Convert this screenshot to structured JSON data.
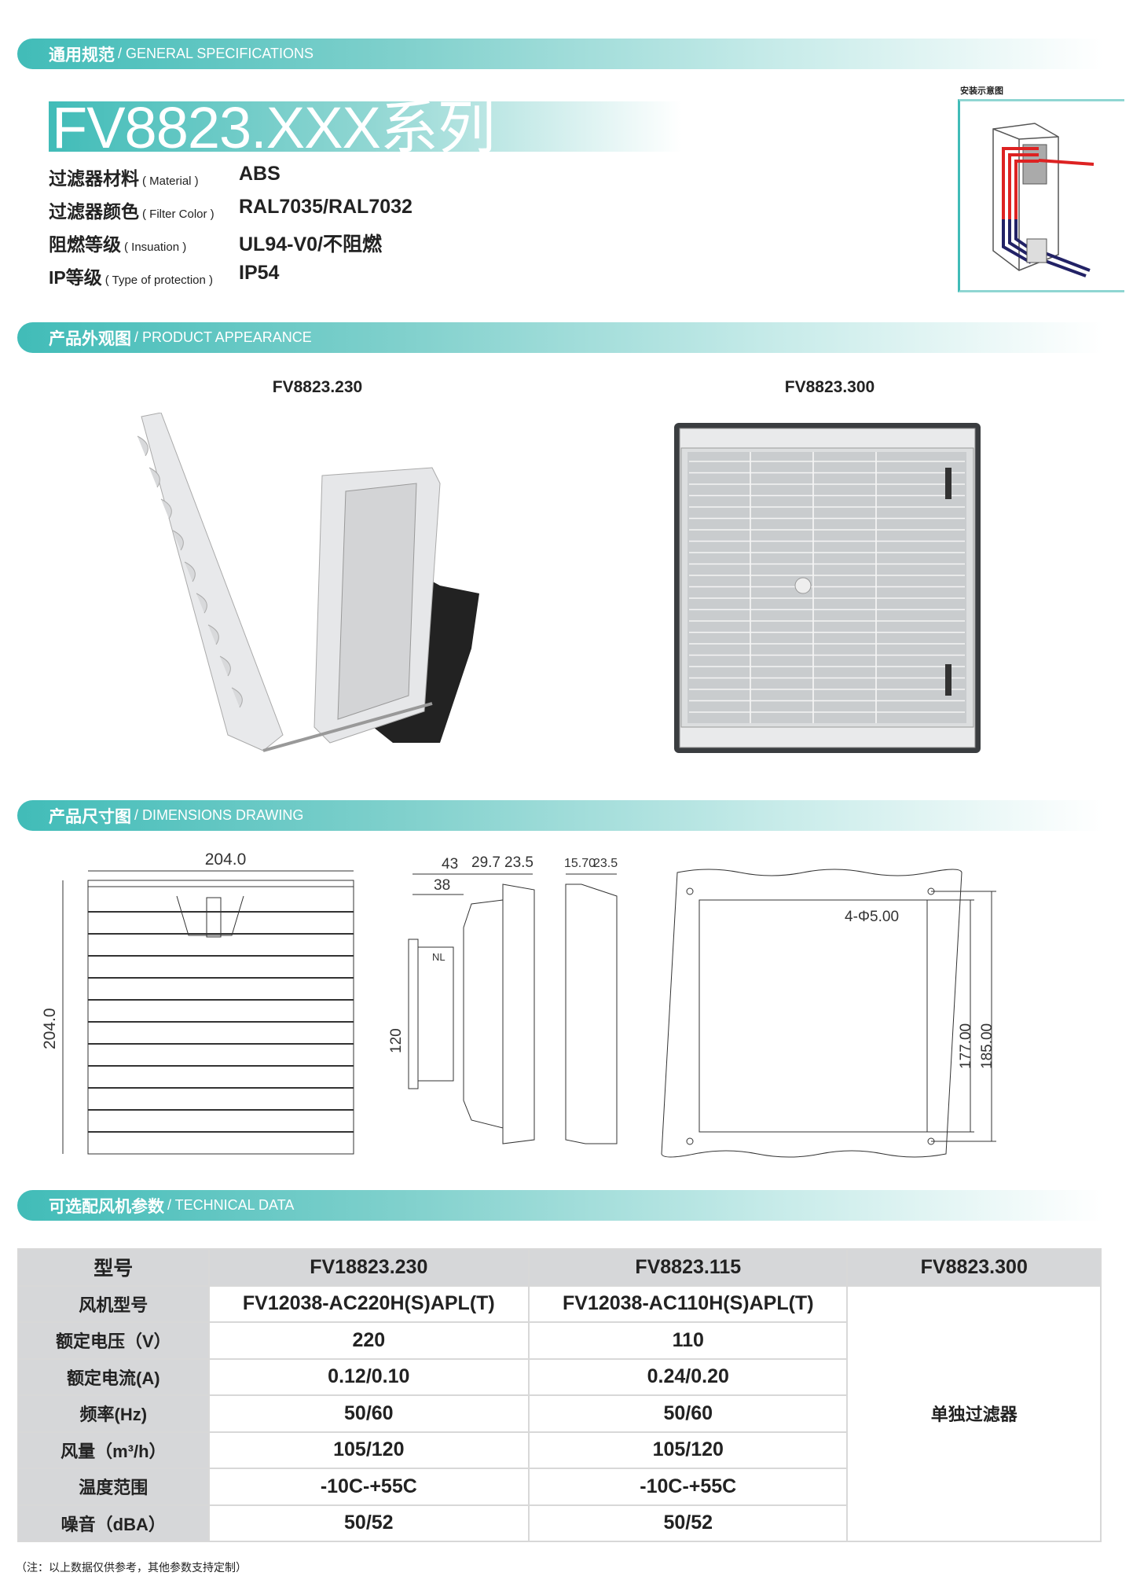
{
  "sections": {
    "general": {
      "cn": "通用规范",
      "en": "/ GENERAL SPECIFICATIONS"
    },
    "appearance": {
      "cn": "产品外观图",
      "en": "/ PRODUCT APPEARANCE"
    },
    "dimensions": {
      "cn": "产品尺寸图",
      "en": "/ DIMENSIONS DRAWING"
    },
    "technical": {
      "cn": "可选配风机参数",
      "en": "/ TECHNICAL DATA"
    }
  },
  "title": "FV8823.XXX系列",
  "specs": [
    {
      "label": "过滤器材料",
      "sub": "( Material )",
      "value": "ABS"
    },
    {
      "label": "过滤器颜色",
      "sub": "( Filter Color )",
      "value": "RAL7035/RAL7032"
    },
    {
      "label": "阻燃等级",
      "sub": "( Insuation )",
      "value": "UL94-V0/不阻燃"
    },
    {
      "label": "IP等级",
      "sub": "( Type of protection )",
      "value": "IP54"
    }
  ],
  "install_caption": "安装示意图",
  "products": [
    {
      "name": "FV8823.230"
    },
    {
      "name": "FV8823.300"
    }
  ],
  "dims": {
    "width": "204.0",
    "height": "204.0",
    "d43": "43",
    "d38": "38",
    "d297": "29.7",
    "d235": "23.5",
    "d120": "120",
    "d157": "15.70",
    "d235b": "23.5",
    "hole": "4-Φ5.00",
    "c177": "177.00",
    "c185": "185.00",
    "nl": "NL"
  },
  "table": {
    "header": [
      "型号",
      "FV18823.230",
      "FV8823.115",
      "FV8823.300"
    ],
    "rows": [
      [
        "风机型号",
        "FV12038-AC220H(S)APL(T)",
        "FV12038-AC110H(S)APL(T)"
      ],
      [
        "额定电压（V）",
        "220",
        "110"
      ],
      [
        "额定电流(A)",
        "0.12/0.10",
        "0.24/0.20"
      ],
      [
        "频率(Hz)",
        "50/60",
        "50/60"
      ],
      [
        "风量（m³/h）",
        "105/120",
        "105/120"
      ],
      [
        "温度范围",
        "-10C-+55C",
        "-10C-+55C"
      ],
      [
        "噪音（dBA）",
        "50/52",
        "50/52"
      ]
    ],
    "merged": "单独过滤器"
  },
  "note": "（注：以上数据仅供参考，其他参数支持定制）"
}
